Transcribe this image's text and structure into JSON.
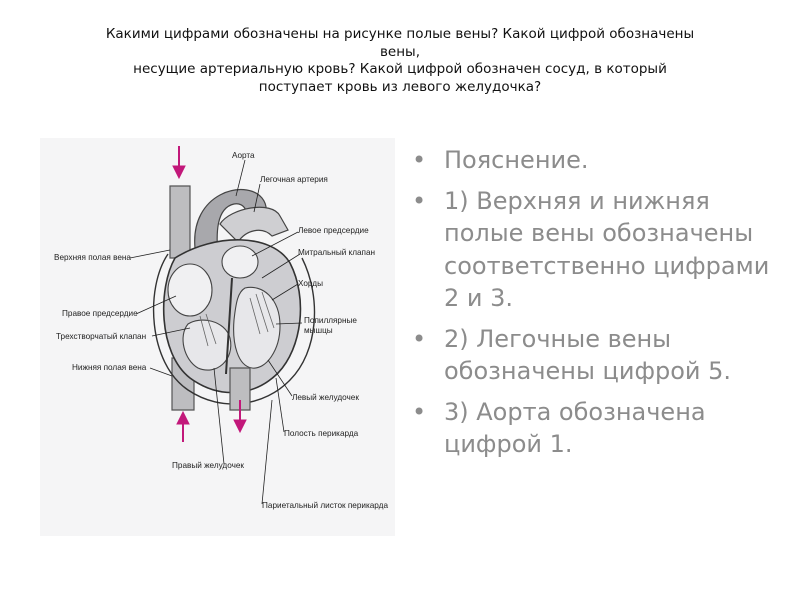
{
  "slide": {
    "title_lines": [
      "Какими цифрами обозначены на рисунке полые вены? Какой цифрой обозначены",
      "вены,",
      "несущие артериальную кровь? Какой цифрой обозначен сосуд, в который",
      "поступает кровь из левого желудочка?"
    ]
  },
  "figure": {
    "labels": {
      "aorta": "Аорта",
      "pulmonary_artery": "Легочная артерия",
      "left_atrium": "Левое предсердие",
      "mitral_valve": "Митральный клапан",
      "chordae": "Хорды",
      "papillary_line1": "Попиллярные",
      "papillary_line2": "мышцы",
      "left_ventricle": "Левый желудочек",
      "pericardial_cavity": "Полость перикарда",
      "parietal_pericardium": "Париетальный листок перикарда",
      "superior_vena_cava": "Верхняя полая вена",
      "right_atrium": "Правое предсердие",
      "tricuspid_valve": "Трехстворчатый клапан",
      "inferior_vena_cava": "Нижняя полая вена",
      "right_ventricle": "Правый желудочек"
    },
    "colors": {
      "arrow": "#c2187a",
      "background": "#f5f5f6"
    }
  },
  "explanation": {
    "bullet_symbol": "•",
    "items": [
      "Пояснение.",
      "1) Верхняя и нижняя полые вены обозначены соответственно цифрами 2 и 3.",
      "2) Легочные вены обозначены цифрой 5.",
      "3) Аорта обозначена цифрой 1."
    ]
  }
}
